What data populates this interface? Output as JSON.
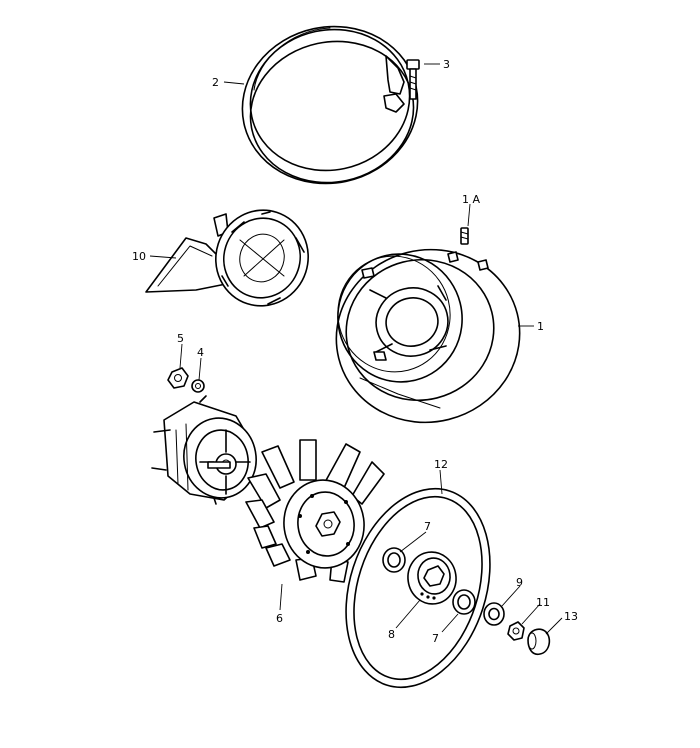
{
  "diagram": {
    "callouts": [
      {
        "id": "c1",
        "label": "1"
      },
      {
        "id": "c1a",
        "label": "1 A"
      },
      {
        "id": "c2",
        "label": "2"
      },
      {
        "id": "c3",
        "label": "3"
      },
      {
        "id": "c4",
        "label": "4"
      },
      {
        "id": "c5",
        "label": "5"
      },
      {
        "id": "c6",
        "label": "6"
      },
      {
        "id": "c7a",
        "label": "7"
      },
      {
        "id": "c7b",
        "label": "7"
      },
      {
        "id": "c8",
        "label": "8"
      },
      {
        "id": "c9",
        "label": "9"
      },
      {
        "id": "c10",
        "label": "10"
      },
      {
        "id": "c11",
        "label": "11"
      },
      {
        "id": "c12",
        "label": "12"
      },
      {
        "id": "c13",
        "label": "13"
      }
    ]
  }
}
